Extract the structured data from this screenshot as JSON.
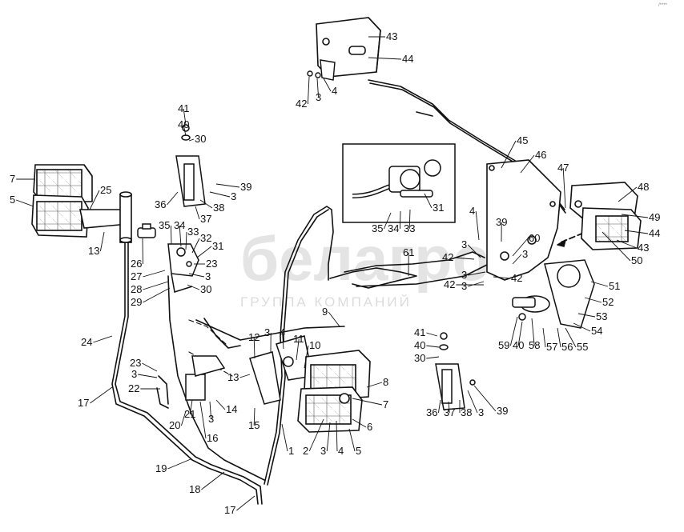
{
  "page_marker": "/**** ",
  "watermark": {
    "brand": "белагро",
    "tagline": "ГРУППА КОМПАНИЙ"
  },
  "callouts": [
    {
      "id": "c1",
      "text": "7"
    },
    {
      "id": "c2",
      "text": "5"
    },
    {
      "id": "c3",
      "text": "25"
    },
    {
      "id": "c4",
      "text": "13"
    },
    {
      "id": "c5",
      "text": "35"
    },
    {
      "id": "c6",
      "text": "34"
    },
    {
      "id": "c7",
      "text": "33"
    },
    {
      "id": "c8",
      "text": "32"
    },
    {
      "id": "c9",
      "text": "31"
    },
    {
      "id": "c10",
      "text": "26"
    },
    {
      "id": "c11",
      "text": "23"
    },
    {
      "id": "c12",
      "text": "27"
    },
    {
      "id": "c13",
      "text": "3"
    },
    {
      "id": "c14",
      "text": "28"
    },
    {
      "id": "c15",
      "text": "30"
    },
    {
      "id": "c16",
      "text": "29"
    },
    {
      "id": "c17",
      "text": "41"
    },
    {
      "id": "c18",
      "text": "40"
    },
    {
      "id": "c19",
      "text": "30"
    },
    {
      "id": "c20",
      "text": "39"
    },
    {
      "id": "c21",
      "text": "3"
    },
    {
      "id": "c22",
      "text": "36"
    },
    {
      "id": "c23",
      "text": "38"
    },
    {
      "id": "c24",
      "text": "37"
    },
    {
      "id": "c25",
      "text": "43"
    },
    {
      "id": "c26",
      "text": "44"
    },
    {
      "id": "c27",
      "text": "4"
    },
    {
      "id": "c28",
      "text": "3"
    },
    {
      "id": "c29",
      "text": "42"
    },
    {
      "id": "c30",
      "text": "45"
    },
    {
      "id": "c31",
      "text": "46"
    },
    {
      "id": "c32",
      "text": "47"
    },
    {
      "id": "c33",
      "text": "48"
    },
    {
      "id": "c34",
      "text": "49"
    },
    {
      "id": "c35",
      "text": "44"
    },
    {
      "id": "c36",
      "text": "43"
    },
    {
      "id": "c37",
      "text": "50"
    },
    {
      "id": "c38",
      "text": "31"
    },
    {
      "id": "c39",
      "text": "35"
    },
    {
      "id": "c40",
      "text": "34"
    },
    {
      "id": "c41",
      "text": "33"
    },
    {
      "id": "c42",
      "text": "4"
    },
    {
      "id": "c43",
      "text": "39"
    },
    {
      "id": "c44",
      "text": "60"
    },
    {
      "id": "c45",
      "text": "61"
    },
    {
      "id": "c46",
      "text": "3"
    },
    {
      "id": "c47",
      "text": "42"
    },
    {
      "id": "c48",
      "text": "3"
    },
    {
      "id": "c49",
      "text": "3"
    },
    {
      "id": "c50",
      "text": "42"
    },
    {
      "id": "c51",
      "text": "3"
    },
    {
      "id": "c52",
      "text": "42"
    },
    {
      "id": "c53",
      "text": "51"
    },
    {
      "id": "c54",
      "text": "52"
    },
    {
      "id": "c55",
      "text": "53"
    },
    {
      "id": "c56",
      "text": "54"
    },
    {
      "id": "c57",
      "text": "55"
    },
    {
      "id": "c58",
      "text": "56"
    },
    {
      "id": "c59",
      "text": "57"
    },
    {
      "id": "c60",
      "text": "58"
    },
    {
      "id": "c61",
      "text": "40"
    },
    {
      "id": "c62",
      "text": "59"
    },
    {
      "id": "c63",
      "text": "9"
    },
    {
      "id": "c64",
      "text": "24"
    },
    {
      "id": "c65",
      "text": "23"
    },
    {
      "id": "c66",
      "text": "3"
    },
    {
      "id": "c67",
      "text": "22"
    },
    {
      "id": "c68",
      "text": "17"
    },
    {
      "id": "c69",
      "text": "21"
    },
    {
      "id": "c70",
      "text": "20"
    },
    {
      "id": "c71",
      "text": "3"
    },
    {
      "id": "c72",
      "text": "16"
    },
    {
      "id": "c73",
      "text": "14"
    },
    {
      "id": "c74",
      "text": "12"
    },
    {
      "id": "c75",
      "text": "3"
    },
    {
      "id": "c76",
      "text": "4"
    },
    {
      "id": "c77",
      "text": "11"
    },
    {
      "id": "c78",
      "text": "10"
    },
    {
      "id": "c79",
      "text": "13"
    },
    {
      "id": "c80",
      "text": "8"
    },
    {
      "id": "c81",
      "text": "7"
    },
    {
      "id": "c82",
      "text": "6"
    },
    {
      "id": "c83",
      "text": "15"
    },
    {
      "id": "c84",
      "text": "1"
    },
    {
      "id": "c85",
      "text": "2"
    },
    {
      "id": "c86",
      "text": "3"
    },
    {
      "id": "c87",
      "text": "4"
    },
    {
      "id": "c88",
      "text": "5"
    },
    {
      "id": "c89",
      "text": "19"
    },
    {
      "id": "c90",
      "text": "18"
    },
    {
      "id": "c91",
      "text": "17"
    },
    {
      "id": "c92",
      "text": "41"
    },
    {
      "id": "c93",
      "text": "40"
    },
    {
      "id": "c94",
      "text": "30"
    },
    {
      "id": "c95",
      "text": "36"
    },
    {
      "id": "c96",
      "text": "37"
    },
    {
      "id": "c97",
      "text": "38"
    },
    {
      "id": "c98",
      "text": "3"
    },
    {
      "id": "c99",
      "text": "39"
    }
  ]
}
